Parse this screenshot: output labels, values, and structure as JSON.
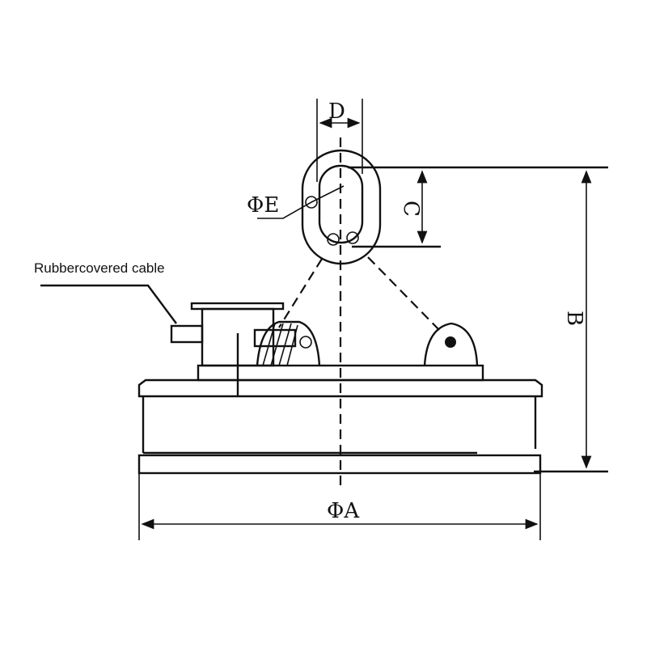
{
  "labels": {
    "cable": "Rubbercovered cable",
    "dim_a": "ΦA",
    "dim_b": "B",
    "dim_c": "C",
    "dim_d": "D",
    "dim_e": "ΦE"
  }
}
